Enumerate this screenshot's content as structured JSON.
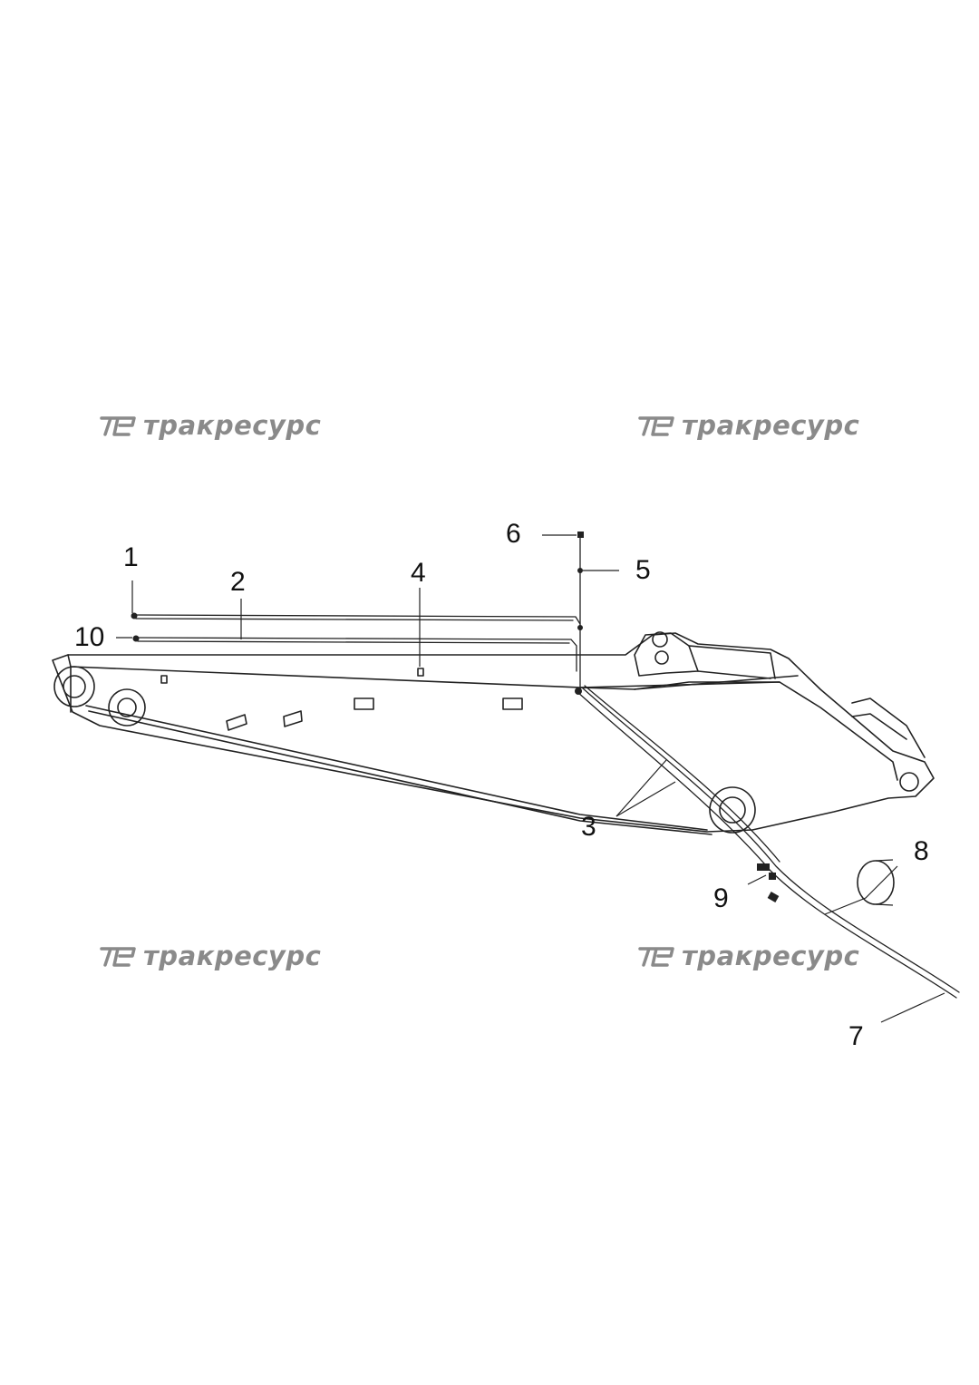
{
  "watermark": {
    "brand": "тракресурс",
    "logo_icon": "tr-logo-icon",
    "color": "#8a8a8a"
  },
  "callouts": [
    {
      "id": "1",
      "label": "1"
    },
    {
      "id": "2",
      "label": "2"
    },
    {
      "id": "3",
      "label": "3"
    },
    {
      "id": "4",
      "label": "4"
    },
    {
      "id": "5",
      "label": "5"
    },
    {
      "id": "6",
      "label": "6"
    },
    {
      "id": "7",
      "label": "7"
    },
    {
      "id": "8",
      "label": "8"
    },
    {
      "id": "9",
      "label": "9"
    },
    {
      "id": "10",
      "label": "10"
    }
  ]
}
